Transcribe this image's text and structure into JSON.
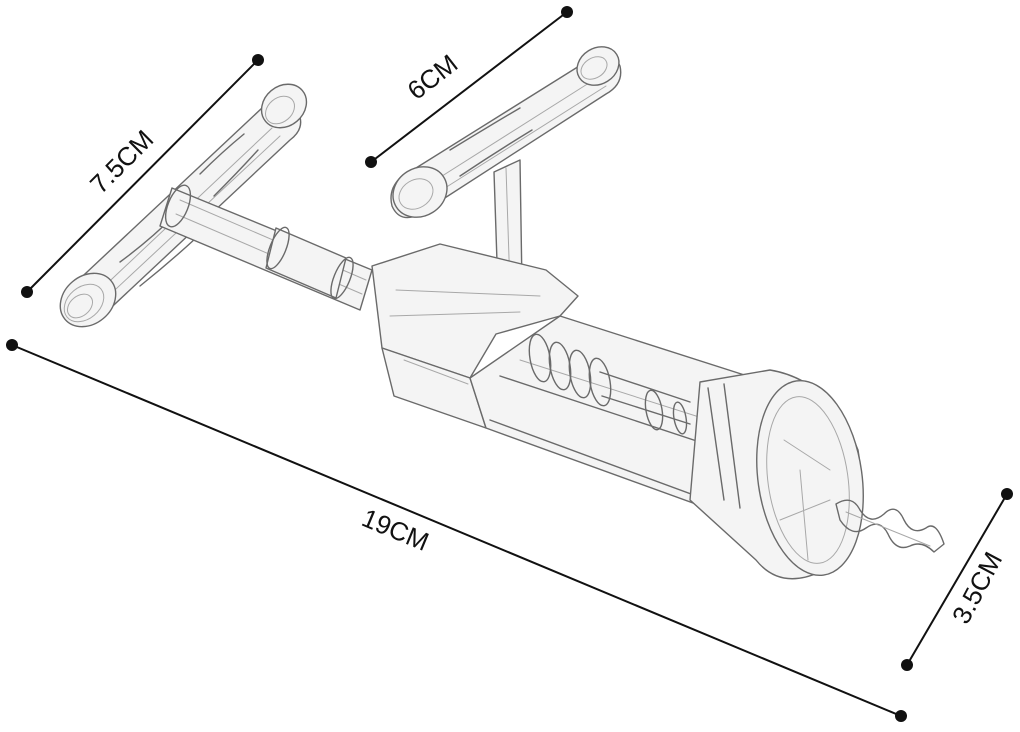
{
  "colors": {
    "dimension_line": "#111111",
    "sketch_stroke": "#6a6a6a",
    "background": "#ffffff"
  },
  "dimensions": [
    {
      "id": "handle-width",
      "label": "7.5CM"
    },
    {
      "id": "top-handle-width",
      "label": "6CM"
    },
    {
      "id": "total-length",
      "label": "19CM"
    },
    {
      "id": "bell-diameter",
      "label": "3.5CM"
    }
  ]
}
